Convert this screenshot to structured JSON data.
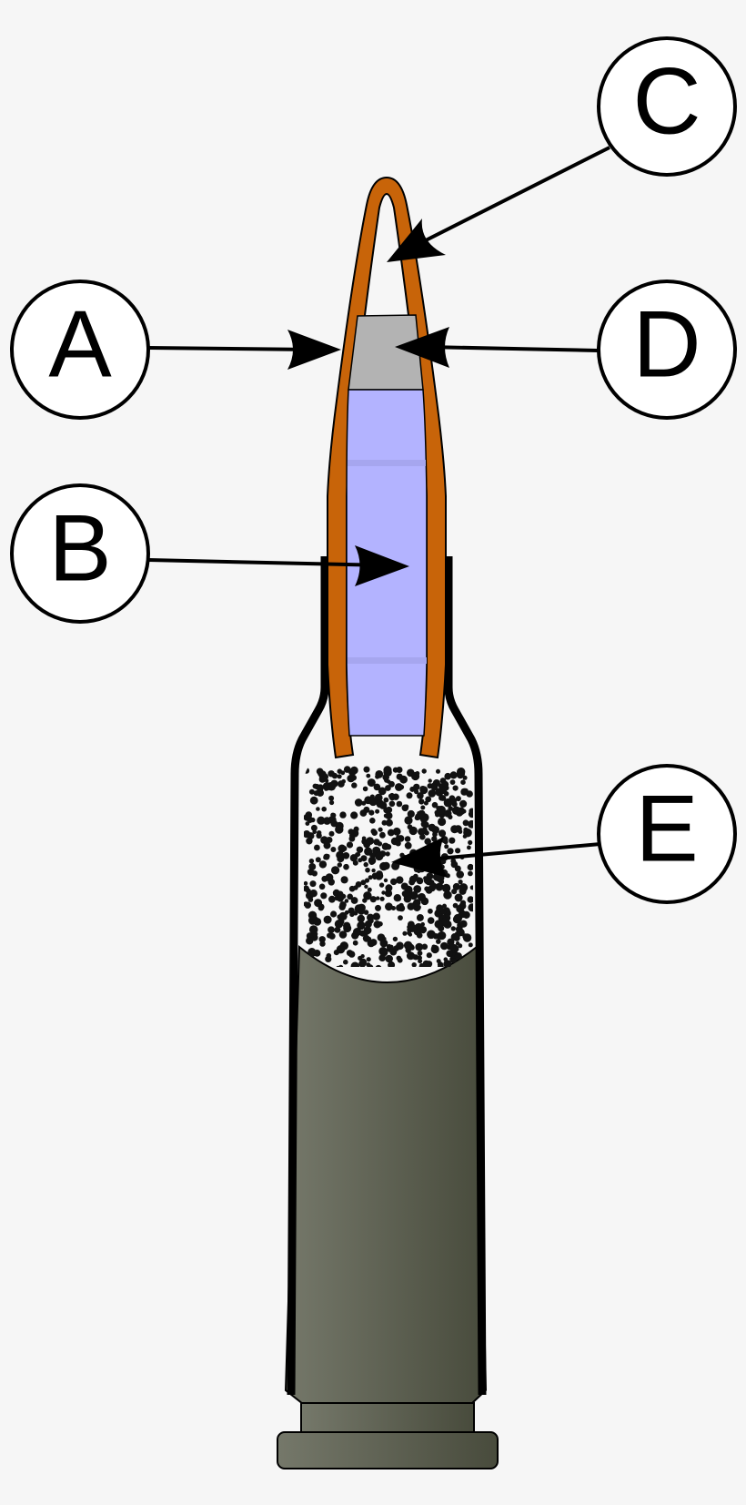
{
  "labels": {
    "a": "A",
    "b": "B",
    "c": "C",
    "d": "D",
    "e": "E"
  },
  "colors": {
    "background": "#f6f6f6",
    "jacket": "#c86409",
    "core": "#b3b3ff",
    "tip": "#b3b3b3",
    "case_light": "#75786a",
    "case_dark": "#484b3c",
    "powder": "#111111",
    "outline": "#000000"
  }
}
